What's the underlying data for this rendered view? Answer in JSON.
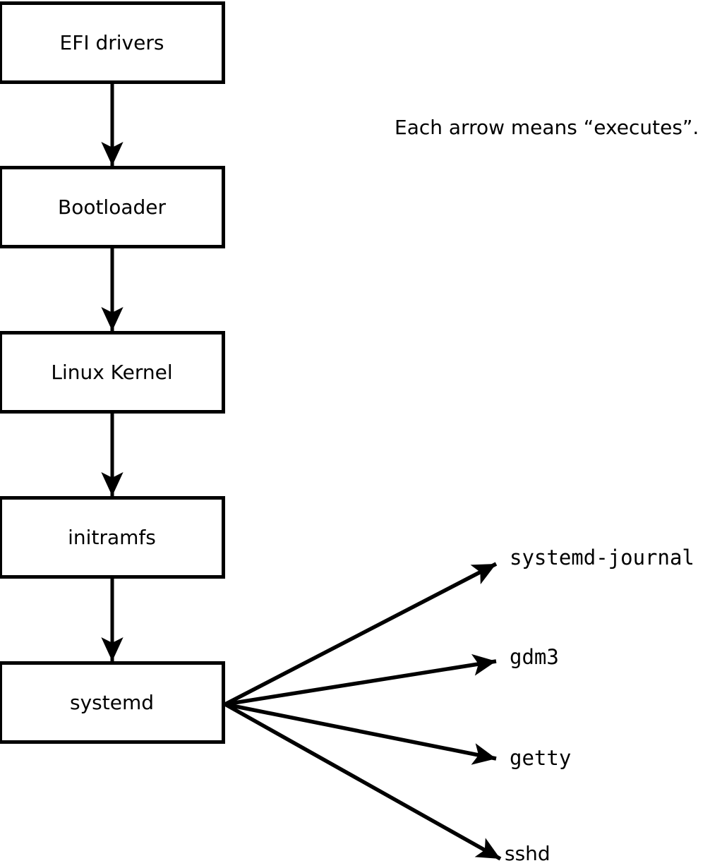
{
  "caption": "Each arrow means “executes”.",
  "boxes": [
    {
      "label": "EFI drivers"
    },
    {
      "label": "Bootloader"
    },
    {
      "label": "Linux Kernel"
    },
    {
      "label": "initramfs"
    },
    {
      "label": "systemd"
    }
  ],
  "branches": [
    {
      "label": "systemd-journal"
    },
    {
      "label": "gdm3"
    },
    {
      "label": "getty"
    },
    {
      "label": "sshd"
    }
  ],
  "colors": {
    "line": "#000000",
    "box_background": "#ffffff",
    "text": "#000000"
  }
}
